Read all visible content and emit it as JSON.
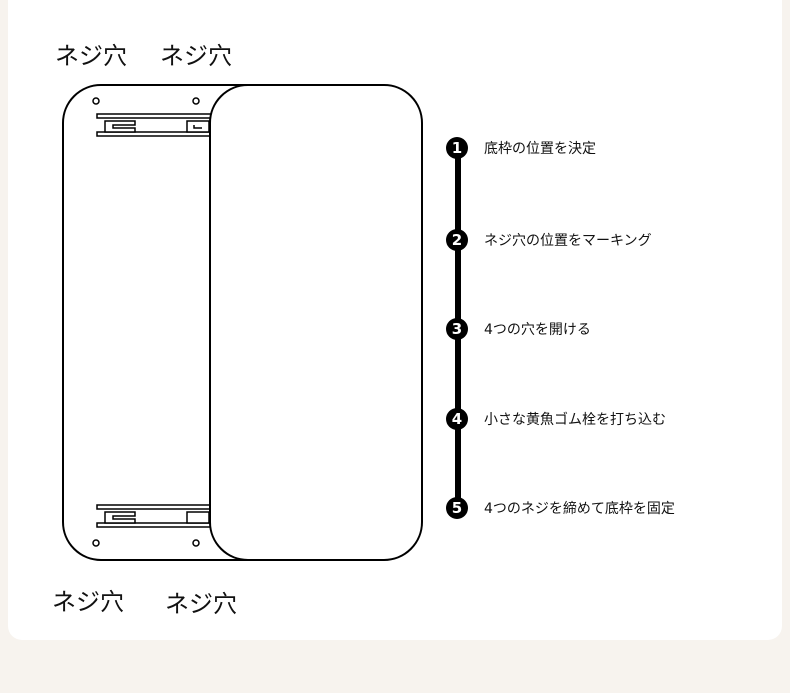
{
  "labels": {
    "top_left": "ネジ穴",
    "top_right": "ネジ穴",
    "bottom_left": "ネジ穴",
    "bottom_right": "ネジ穴"
  },
  "steps": [
    {
      "num": "1",
      "text": "底枠の位置を決定"
    },
    {
      "num": "2",
      "text": "ネジ穴の位置をマーキング"
    },
    {
      "num": "3",
      "text": "4つの穴を開ける"
    },
    {
      "num": "4",
      "text": "小さな黄魚ゴム栓を打ち込む"
    },
    {
      "num": "5",
      "text": "4つのネジを締めて底枠を固定"
    }
  ]
}
